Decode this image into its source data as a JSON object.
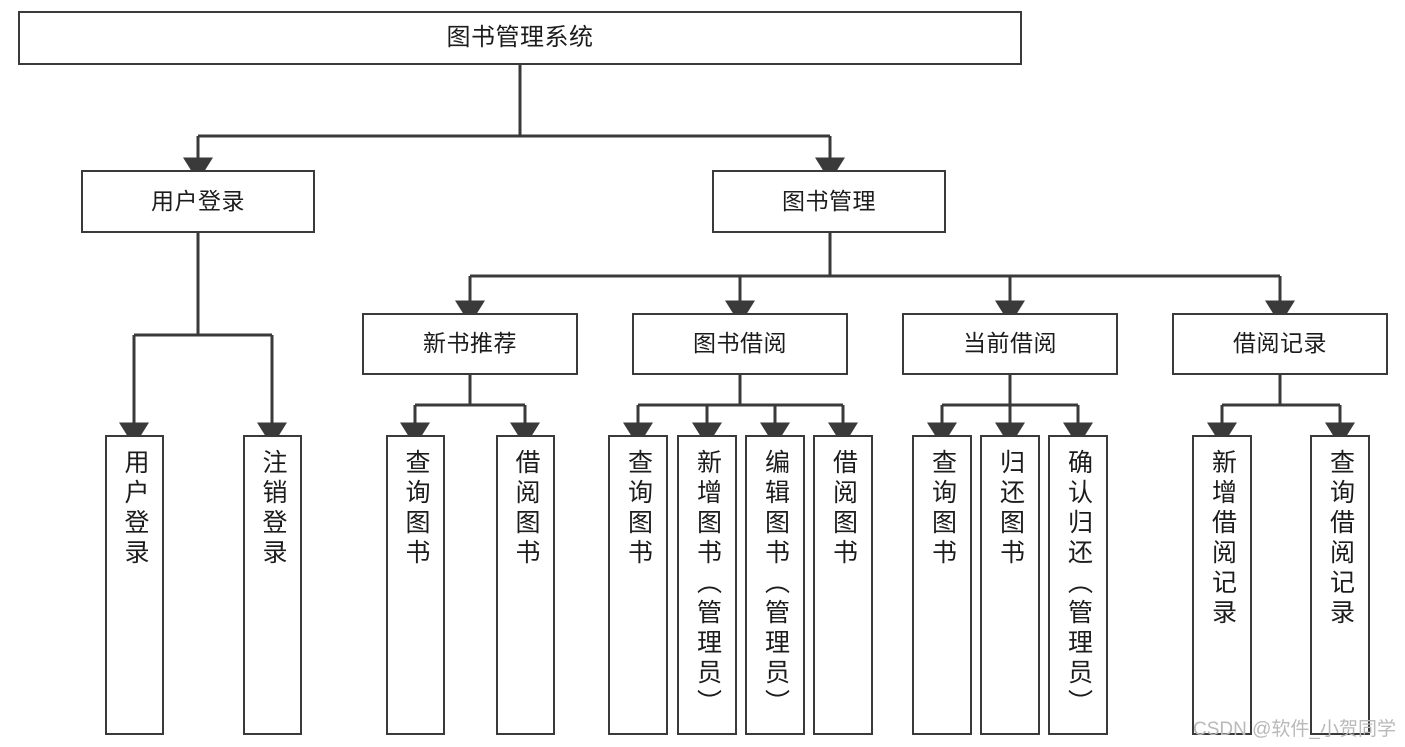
{
  "diagram": {
    "type": "tree",
    "title": "图书管理系统",
    "orientation": "top-down",
    "colors": {
      "box_border": "#3a3a3a",
      "box_fill": "#ffffff",
      "connector": "#3a3a3a",
      "text": "#1c1c1c",
      "watermark": "#b9b9b9"
    },
    "root": {
      "label": "图书管理系统"
    },
    "level2": [
      {
        "label": "用户登录"
      },
      {
        "label": "图书管理"
      }
    ],
    "level3": [
      {
        "label": "新书推荐"
      },
      {
        "label": "图书借阅"
      },
      {
        "label": "当前借阅"
      },
      {
        "label": "借阅记录"
      }
    ],
    "leaves": {
      "user_login": [
        {
          "label": "用户登录"
        },
        {
          "label": "注销登录"
        }
      ],
      "new_book_recommend": [
        {
          "label": "查询图书"
        },
        {
          "label": "借阅图书"
        }
      ],
      "book_borrow": [
        {
          "label": "查询图书"
        },
        {
          "label": "新增图书（管理员）"
        },
        {
          "label": "编辑图书（管理员）"
        },
        {
          "label": "借阅图书"
        }
      ],
      "current_borrow": [
        {
          "label": "查询图书"
        },
        {
          "label": "归还图书"
        },
        {
          "label": "确认归还（管理员）"
        }
      ],
      "borrow_record": [
        {
          "label": "新增借阅记录"
        },
        {
          "label": "查询借阅记录"
        }
      ]
    }
  },
  "watermark": {
    "text": "CSDN @软件_小贺同学"
  }
}
